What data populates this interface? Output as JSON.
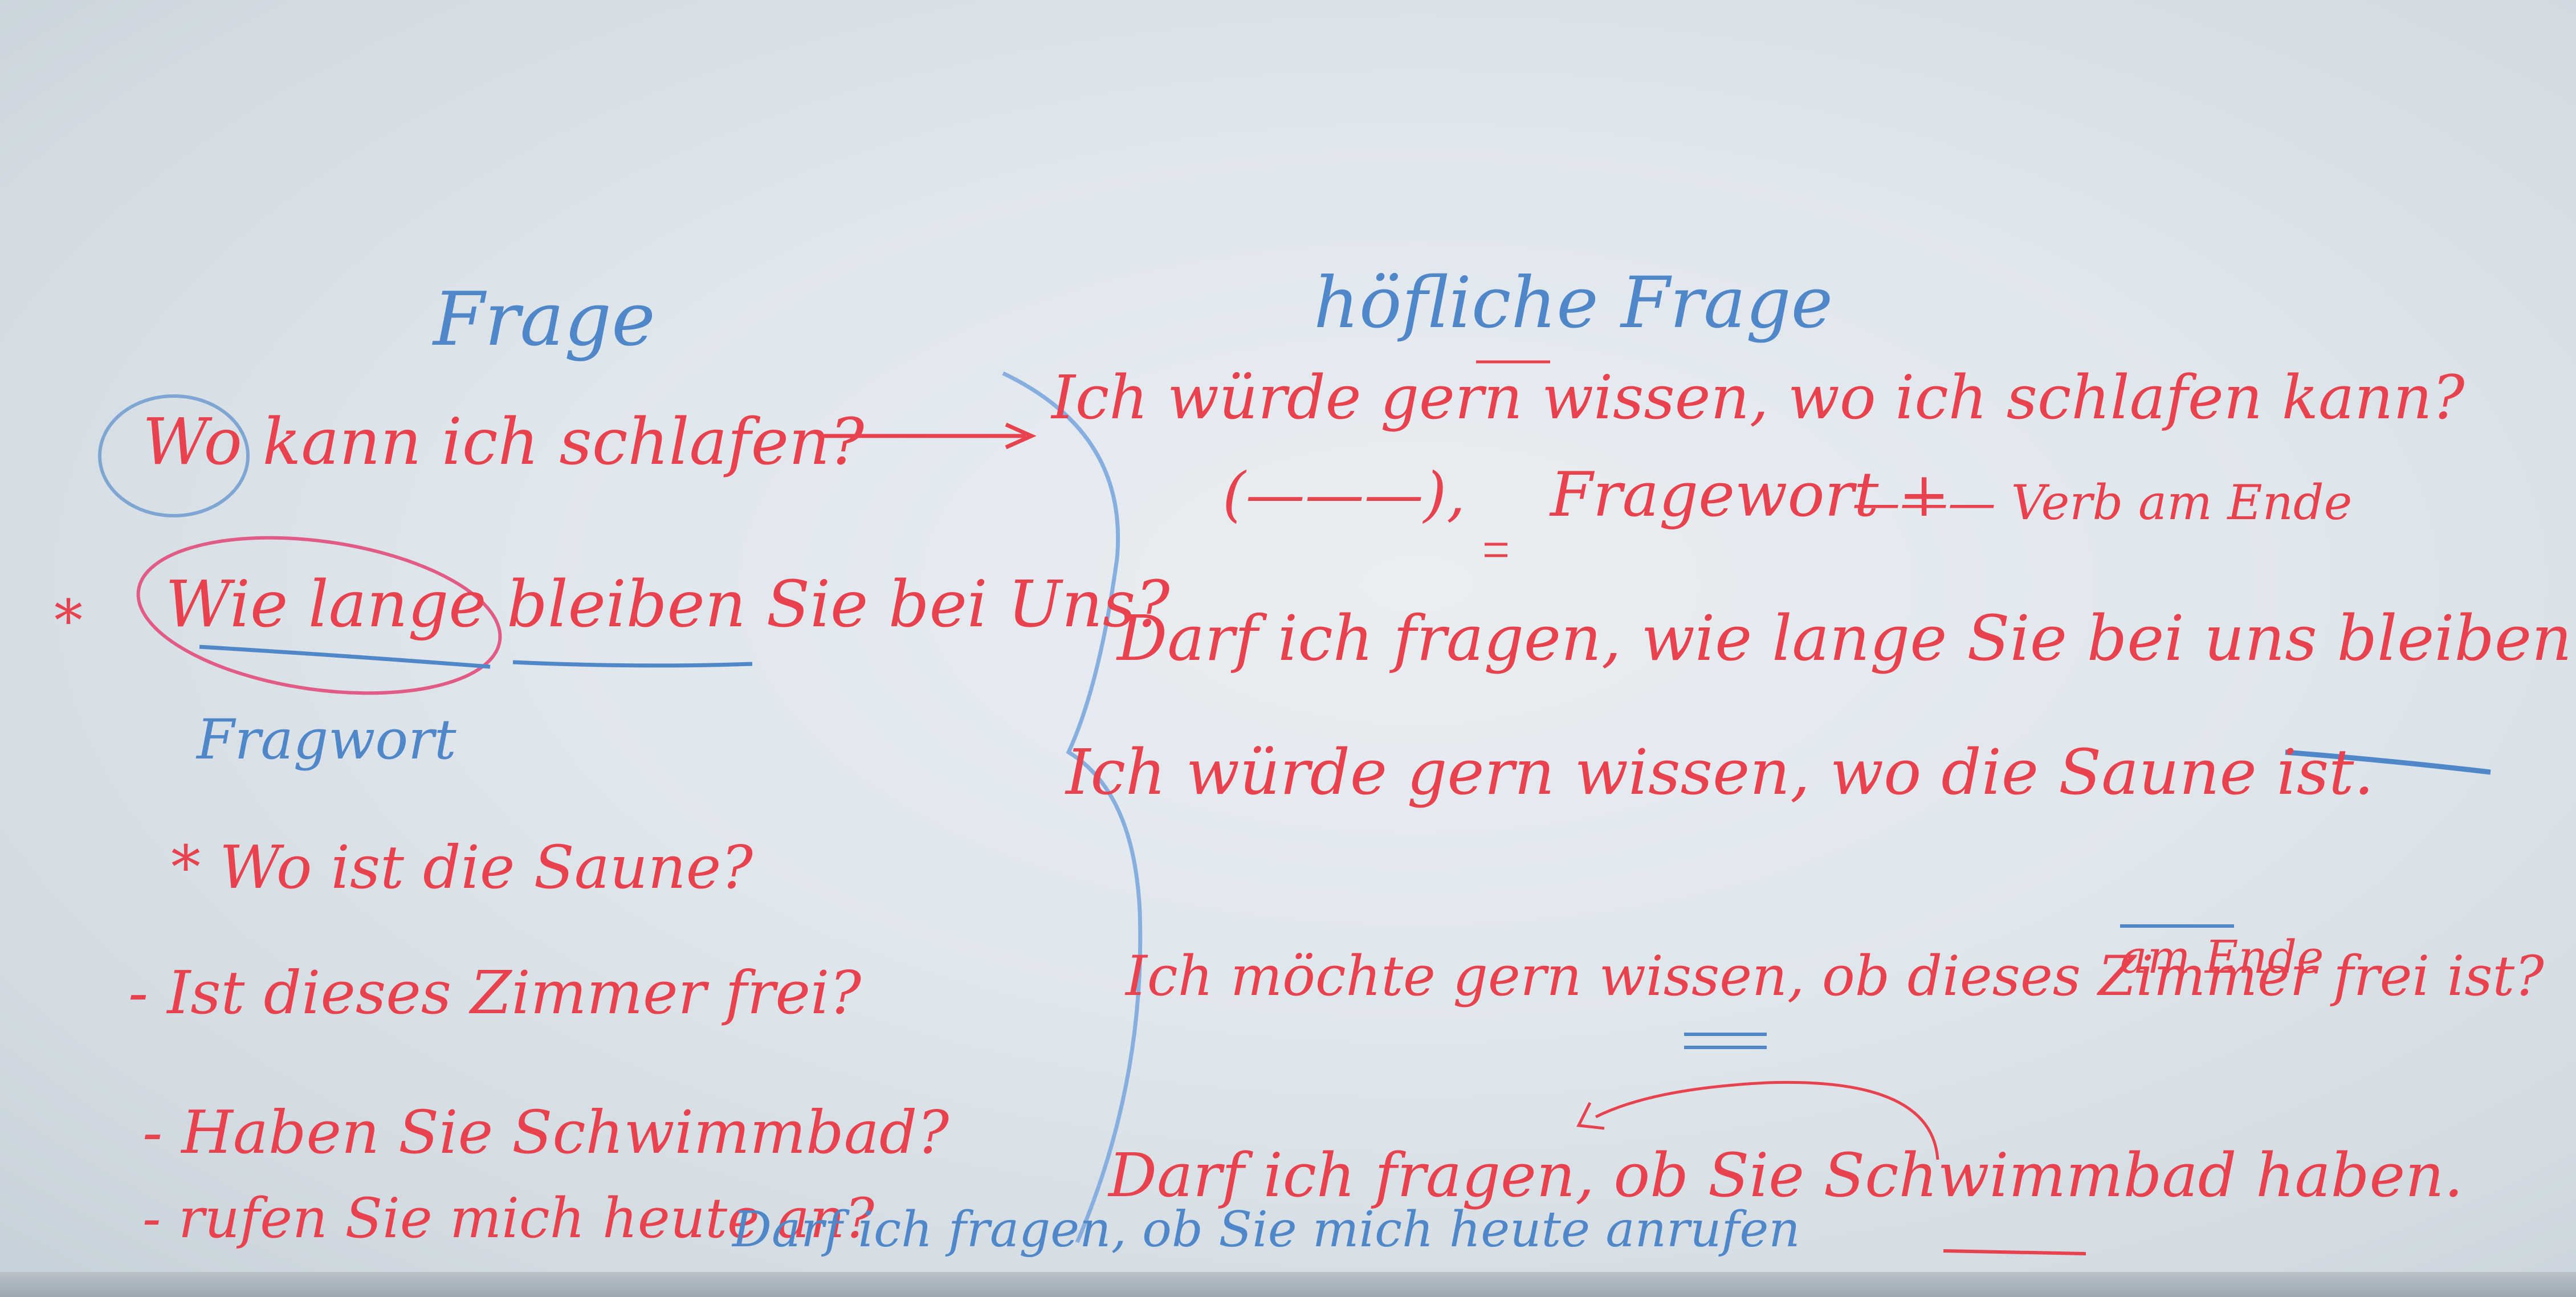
{
  "colors": {
    "red_marker": "#e8424e",
    "blue_marker": "#4f87c9",
    "board": "#e4eaef"
  },
  "left": {
    "heading": "Frage",
    "line1": "Wo kann ich schlafen?",
    "line2_star": "*",
    "line2": "Wie lange bleiben Sie bei Uns?",
    "label_fragwort": "Fragwort",
    "line3": "* Wo ist die Saune?",
    "line4": "- Ist dieses Zimmer frei?",
    "line5": "- Haben Sie Schwimmbad?",
    "line6": "- rufen Sie mich heute an?"
  },
  "right": {
    "heading": "höfliche Frage",
    "r1": "Ich würde gern wissen, wo ich schlafen kann?",
    "r2_paren": "(———),",
    "r2_fragewort": "Fragewort +",
    "r2_verb": "——— Verb am Ende",
    "r3": "Darf ich fragen, wie lange Sie bei uns bleiben.?",
    "r4": "Ich würde gern wissen, wo die Saune ist.",
    "r4_note": "am Ende",
    "r5": "Ich möchte gern wissen, ob dieses Zimmer frei ist?",
    "r6": "Darf ich fragen, ob Sie Schwimmbad haben.",
    "r7": "Darf ich fragen, ob Sie mich heute anrufen"
  }
}
